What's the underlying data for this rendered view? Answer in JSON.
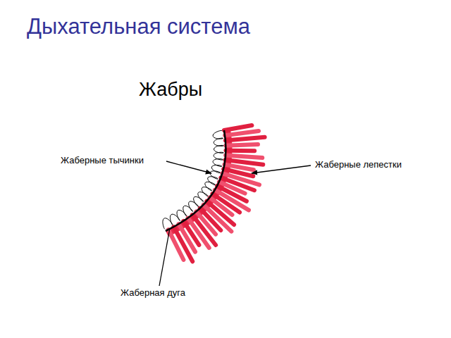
{
  "diagram": {
    "title": "Дыхательная система",
    "labels": [
      "Жабры",
      "Жаберные тычинки",
      "Жаберные лепестки",
      "Жаберная дуга"
    ]
  }
}
